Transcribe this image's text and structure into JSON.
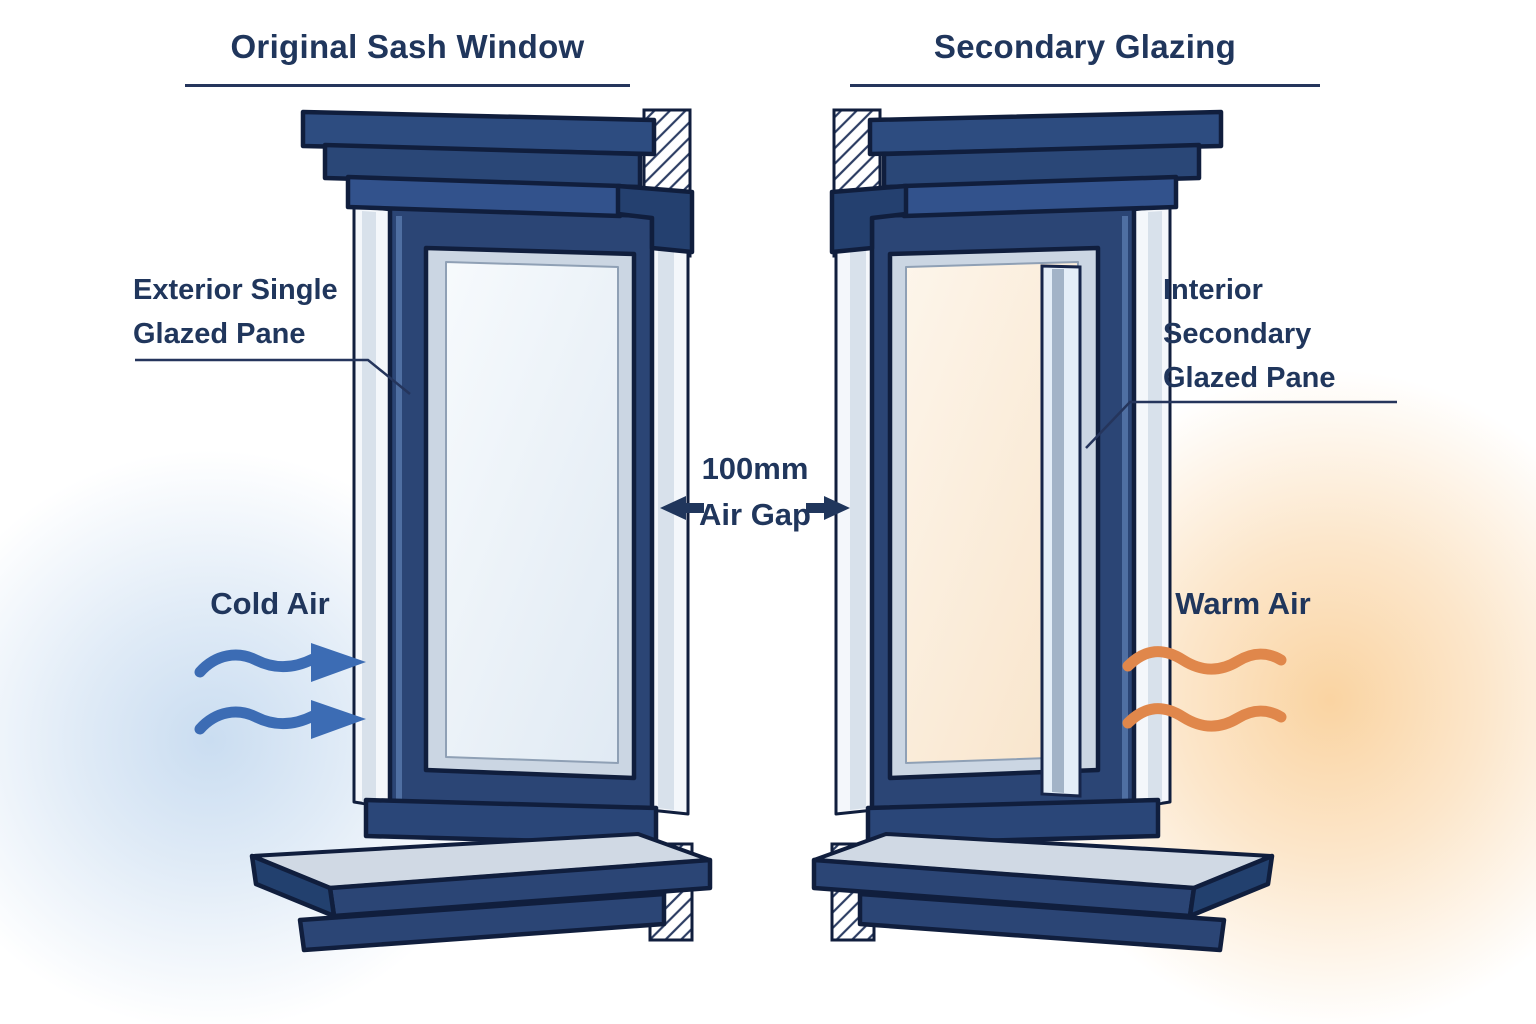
{
  "diagram": {
    "left_panel": {
      "title": "Original Sash Window",
      "pane_label": {
        "line1": "Exterior Single",
        "line2": "Glazed Pane"
      },
      "air_label": "Cold Air"
    },
    "right_panel": {
      "title": "Secondary Glazing",
      "pane_label": {
        "line1": "Interior",
        "line2": "Secondary",
        "line3": "Glazed Pane"
      },
      "air_label": "Warm Air"
    },
    "center": {
      "gap_measure": "100mm",
      "gap_name": "Air Gap"
    },
    "icons": {
      "cold_air": "wavy-arrow-right-icon",
      "warm_air": "heat-wave-icon",
      "air_gap_left": "arrow-left-icon",
      "air_gap_right": "arrow-right-icon",
      "wall_section": "diagonal-hatch-pattern"
    },
    "colors": {
      "text_navy": "#20365c",
      "outline_navy": "#101e3d",
      "frame_navy": "#2b4575",
      "cornice_navy": "#2d4c80",
      "sill_gray": "#d0d9e4",
      "bevel_silver": "#cbd6e3",
      "cold_glass": "#e7eff7",
      "warm_glass": "#f9e6cf",
      "cold_blue": "#3c6cb4",
      "warm_orange": "#e0874b",
      "cold_glow": "#c7dbf0",
      "warm_glow": "#fad3a0"
    }
  }
}
